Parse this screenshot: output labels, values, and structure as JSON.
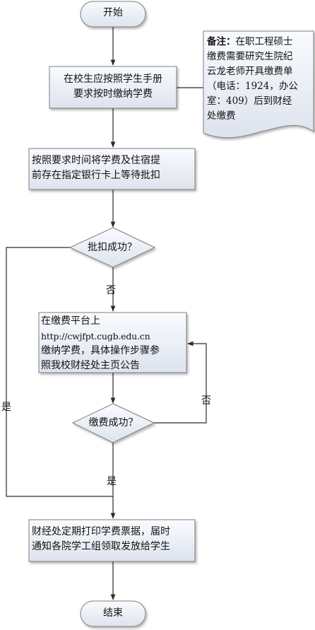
{
  "flowchart": {
    "start": "开始",
    "step1": [
      "在校生应按照学生手册",
      "要求按时缴纳学费"
    ],
    "note": {
      "title": "备注：",
      "lines": [
        "在职工程硕士",
        "缴费需要研究生院纪",
        "云龙老师开具缴费单",
        "（电话：1924，办公",
        "室：409）后到财经",
        "处缴费"
      ]
    },
    "step2": [
      "按照要求时间将学费及住宿提",
      "前存在指定银行卡上等待批扣"
    ],
    "decision1": "批扣成功？",
    "no1": "否",
    "step3": [
      "在缴费平台上",
      "http://cwjfpt.cugb.edu.cn",
      "缴纳学费，具体操作步骤参",
      "照我校财经处主页公告"
    ],
    "decision2": "缴费成功？",
    "no2": "否",
    "yes1": "是",
    "yes2": "是",
    "step4": [
      "财经处定期打印学费票据，届时",
      "通知各院学工组领取发放给学生"
    ],
    "end": "结束"
  },
  "colors": {
    "box_fill_top": "#f7f9fd",
    "box_fill_bottom": "#dfe5ef",
    "border": "#7f7f7f",
    "line": "#2b2b2b"
  }
}
